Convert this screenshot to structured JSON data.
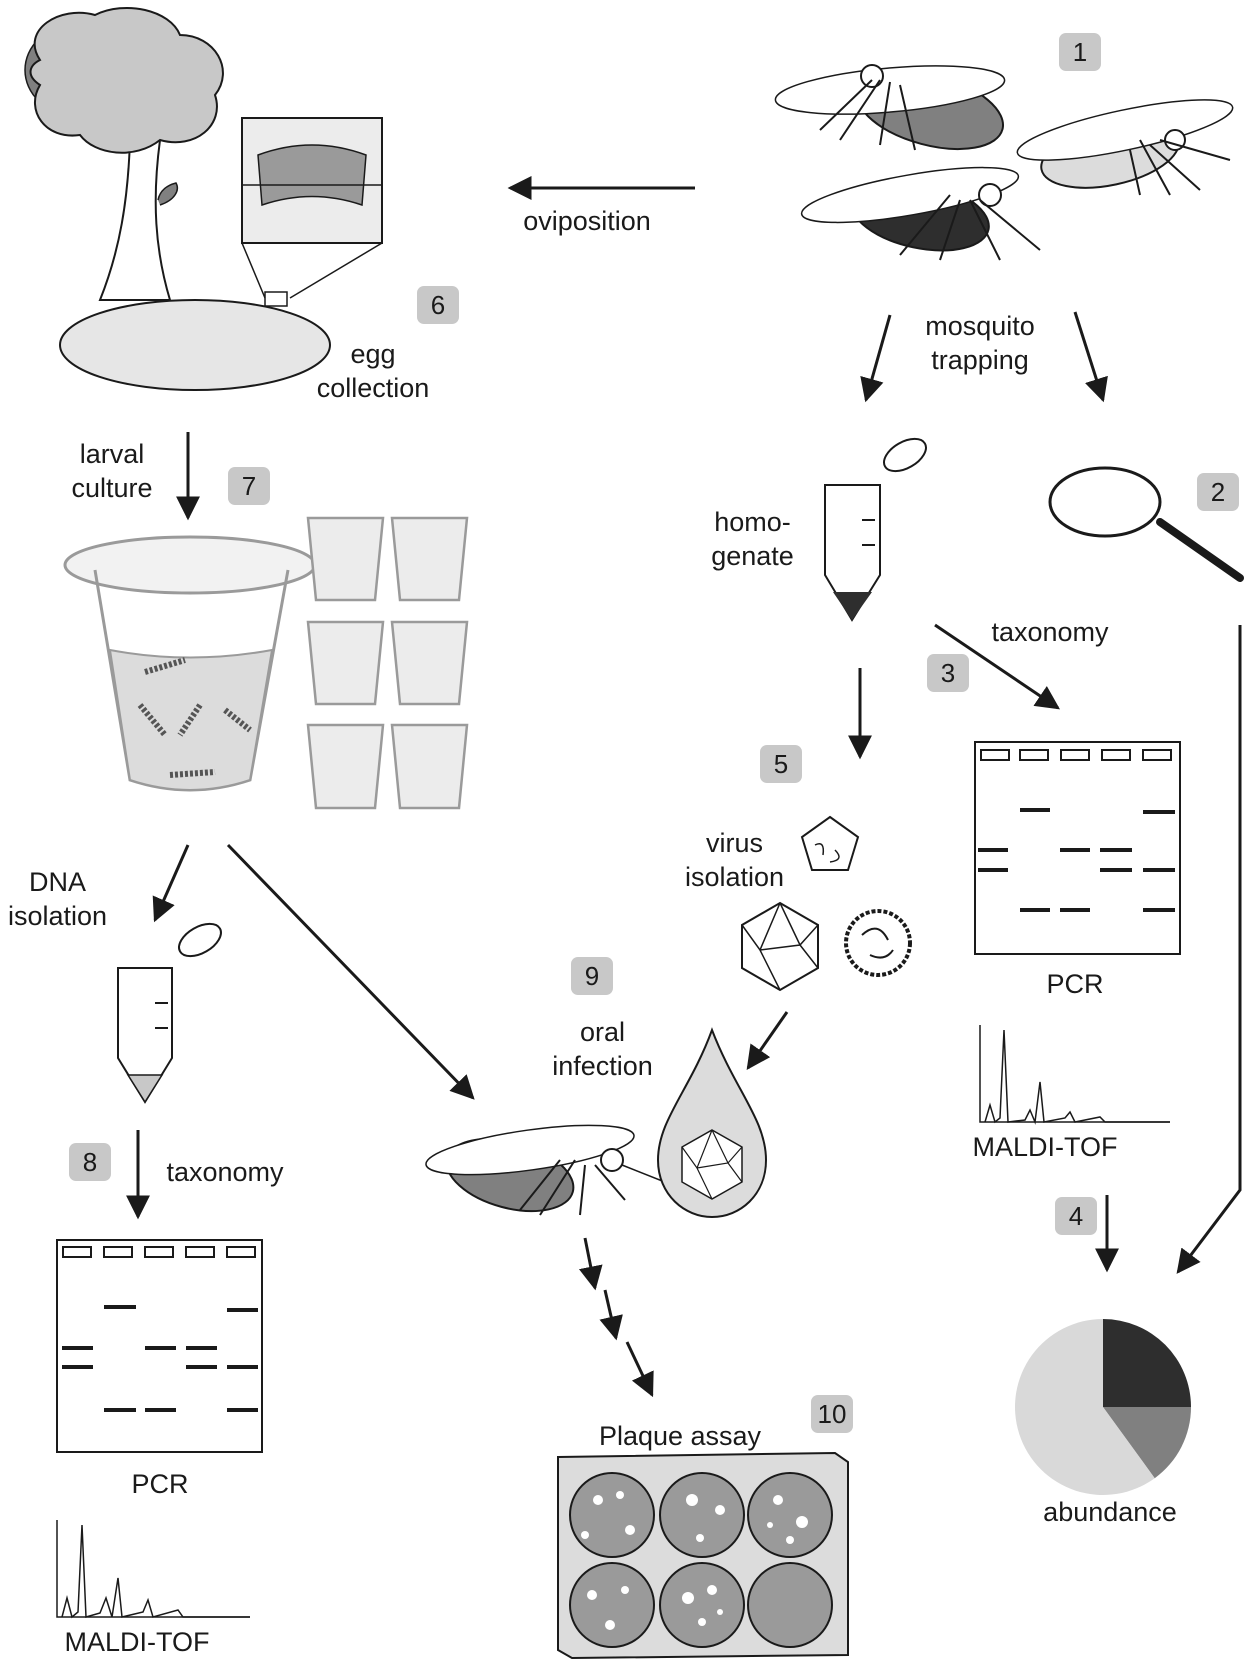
{
  "steps": {
    "s1": "1",
    "s2": "2",
    "s3": "3",
    "s4": "4",
    "s5": "5",
    "s6": "6",
    "s7": "7",
    "s8": "8",
    "s9": "9",
    "s10": "10"
  },
  "labels": {
    "oviposition": "oviposition",
    "mosquito_trapping": "mosquito\ntrapping",
    "egg_collection": "egg\ncollection",
    "larval_culture": "larval\nculture",
    "homogenate": "homo-\ngenate",
    "taxonomy_right": "taxonomy",
    "virus_isolation": "virus\nisolation",
    "pcr_right": "PCR",
    "maldi_right": "MALDI-TOF",
    "dna_isolation": "DNA\nisolation",
    "oral_infection": "oral\ninfection",
    "taxonomy_left": "taxonomy",
    "pcr_left": "PCR",
    "maldi_left": "MALDI-TOF",
    "plaque_assay": "Plaque assay",
    "abundance": "abundance"
  },
  "abundance_pie": {
    "type": "pie",
    "slices": [
      {
        "value": 25,
        "color": "#2e2e2e"
      },
      {
        "value": 15,
        "color": "#808080"
      },
      {
        "value": 60,
        "color": "#d9d9d9"
      }
    ]
  },
  "colors": {
    "badge": "#c8c8c8",
    "dark": "#2e2e2e",
    "mid": "#808080",
    "light": "#d9d9d9",
    "line": "#1a1a1a"
  }
}
